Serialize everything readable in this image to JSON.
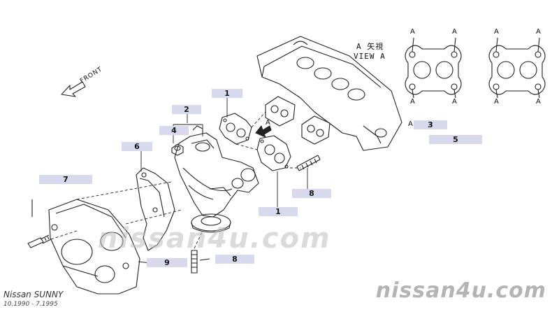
{
  "callouts": {
    "c1a": "1",
    "c1b": "1",
    "c2": "2",
    "c3": "3",
    "c4": "4",
    "c5": "5",
    "c6": "6",
    "c7": "7",
    "c8a": "8",
    "c8b": "8",
    "c9": "9"
  },
  "labels": {
    "view_a_line1": "A 矢視",
    "view_a_line2": "VIEW A",
    "arrow_a": "A",
    "ref_a": "A",
    "corner_a": "A",
    "front": "FRONT"
  },
  "footer": {
    "model": "Nissan SUNNY",
    "dates": "10.1990 - 7.1995",
    "watermark": "nissan4u.com"
  },
  "colors": {
    "callout_bg": "#d9d9ee",
    "line": "#222222",
    "watermark": "#b4b4b4"
  }
}
